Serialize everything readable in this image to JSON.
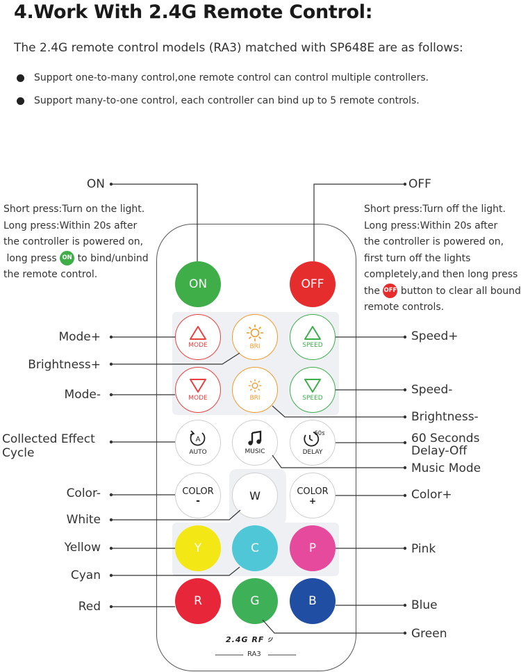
{
  "title": "4.Work With 2.4G Remote Control:",
  "intro": "The 2.4G  remote control models (RA3) matched with SP648E are as follows:",
  "bullets": [
    "Support one-to-many control,one remote control can control multiple controllers.",
    "Support many-to-one control, each controller can bind up to 5 remote controls."
  ],
  "on_desc": {
    "line1": "Short press:Turn on the light.",
    "line2": "Long press:Within 20s after",
    "line3": "the controller is powered on,",
    "line4_pre": "long press",
    "line4_post": "to bind/unbind",
    "line5": "the remote control."
  },
  "off_desc": {
    "line1": "Short press:Turn off the light.",
    "line2": "Long press:Within 20s after",
    "line3": "the controller is powered on,",
    "line4": "first turn off the lights",
    "line5": "completely,and then long press",
    "line6_pre": "the",
    "line6_post": "button to clear all bound",
    "line7": "remote controls."
  },
  "callouts": {
    "on": "ON",
    "off": "OFF",
    "mode_plus": "Mode+",
    "brightness_plus": "Brightness+",
    "mode_minus": "Mode-",
    "collected_effect_1": "Collected Effect",
    "collected_effect_2": "Cycle",
    "color_minus": "Color-",
    "white": "White",
    "yellow": "Yellow",
    "cyan": "Cyan",
    "red": "Red",
    "speed_plus": "Speed+",
    "speed_minus": "Speed-",
    "brightness_minus": "Brightness-",
    "delay_off_1": "60 Seconds",
    "delay_off_2": "Delay-Off",
    "music_mode": "Music Mode",
    "color_plus": "Color+",
    "pink": "Pink",
    "blue": "Blue",
    "green": "Green"
  },
  "buttons": {
    "on": "ON",
    "off": "OFF",
    "mode": "MODE",
    "bri": "BRI",
    "speed": "SPEED",
    "auto_letter": "A",
    "auto": "AUTO",
    "music": "MUSIC",
    "delay_badge": "60s",
    "delay": "DELAY",
    "color": "COLOR",
    "minus": "-",
    "plus": "+",
    "w": "W",
    "y": "Y",
    "c": "C",
    "p": "P",
    "r": "R",
    "g": "G",
    "b": "B"
  },
  "brand": "2.4G RF",
  "model": "RA3",
  "colors": {
    "on_green": "#3fae49",
    "off_red": "#e52d2d",
    "mode_red": "#e8413e",
    "bri_orange": "#f19a2a",
    "speed_green": "#3cae4a",
    "yellow": "#f3e715",
    "cyan": "#4fc7d6",
    "pink": "#e64a9c",
    "red": "#e8263a",
    "green": "#3eb058",
    "blue": "#1f4ea3"
  }
}
